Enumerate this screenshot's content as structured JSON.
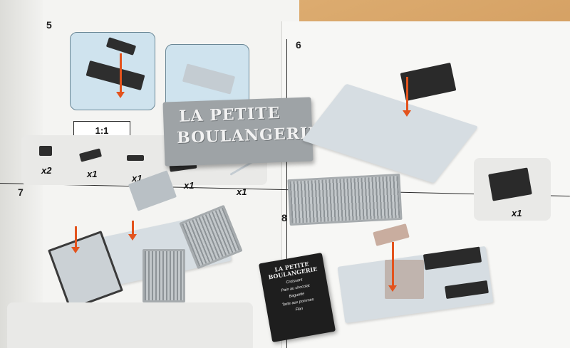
{
  "instructions": {
    "steps": {
      "step5": "5",
      "step6": "6",
      "step7": "7",
      "step8": "8"
    },
    "ratio_label": "1:1",
    "step5_parts": [
      "x2",
      "x1",
      "x1",
      "x1",
      "x1"
    ],
    "step6_parts": [
      "x1"
    ]
  },
  "sign": {
    "line1": "LA PETITE",
    "line2": "BOULANGERIE"
  },
  "menu_card": {
    "title_line1": "LA PETITE",
    "title_line2": "BOULANGERIE",
    "items": [
      "Croissant",
      "Pain au chocolat",
      "Baguette",
      "Tarte aux pommes",
      "Flan"
    ]
  },
  "colors": {
    "arrow": "#e3531d",
    "callout": "#cfe3ee"
  }
}
